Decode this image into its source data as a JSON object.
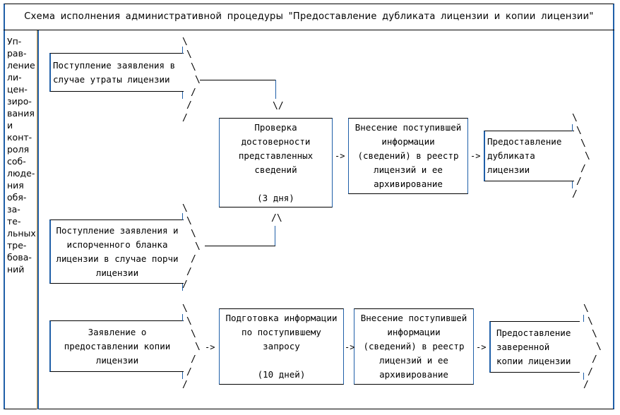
{
  "title": "Схема исполнения административной процедуры \"Предоставление дубликата лицензии и копии лицензии\"",
  "lane": {
    "label_lines": [
      "Уп-",
      "рав-",
      "ление",
      "ли-",
      "цен-",
      "зиро-",
      "вания",
      "и",
      "конт-",
      "роля",
      "соб-",
      "люде-",
      "ния",
      "обя-",
      "за-",
      "те-",
      "льных",
      "тре-",
      "бова-",
      "ний"
    ]
  },
  "inputs": [
    {
      "id": "loss",
      "lines": [
        "Поступление заявления в",
        "случае утраты лицензии"
      ]
    },
    {
      "id": "damage",
      "lines": [
        "Поступление заявления и",
        "испорченного бланка",
        "лицензии в случае порчи",
        "лицензии"
      ]
    },
    {
      "id": "copy",
      "lines": [
        "Заявление о",
        "предоставлении копии",
        "лицензии"
      ]
    }
  ],
  "process": [
    {
      "id": "verify",
      "lines": [
        "Проверка",
        "достоверности",
        "представленных",
        "сведений",
        "",
        "(3 дня)"
      ]
    },
    {
      "id": "register1",
      "lines": [
        "Внесение поступившей",
        "информации",
        "(сведений) в реестр",
        "лицензий и ее",
        "архивирование"
      ]
    },
    {
      "id": "prepare",
      "lines": [
        "Подготовка информации",
        "по поступившему",
        "запросу",
        "",
        "(10 дней)"
      ]
    },
    {
      "id": "register2",
      "lines": [
        "Внесение поступившей",
        "информации",
        "(сведений) в реестр",
        "лицензий и ее",
        "архивирование"
      ]
    }
  ],
  "outputs": [
    {
      "id": "duplicate",
      "lines": [
        "Предоставление",
        "дубликата",
        "лицензии"
      ]
    },
    {
      "id": "certified_copy",
      "lines": [
        "Предоставление",
        "заверенной",
        "копии лицензии"
      ]
    }
  ],
  "connectors": {
    "right_arrow": "->",
    "down_arrow": "\\/",
    "up_arrow": "/\\",
    "chevron_back": "\\",
    "chevron_fwd": "/"
  }
}
